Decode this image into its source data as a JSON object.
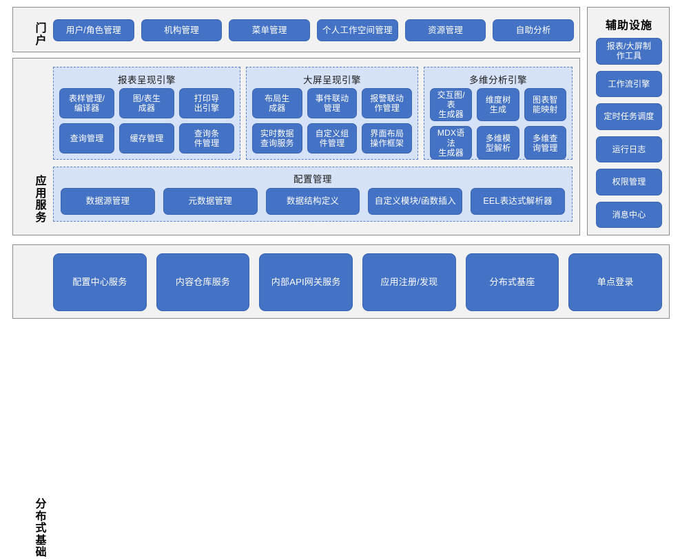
{
  "portal": {
    "label": "门户",
    "items": [
      {
        "label": "用户/角色管理"
      },
      {
        "label": "机构管理"
      },
      {
        "label": "菜单管理"
      },
      {
        "label": "个人工作空间管理"
      },
      {
        "label": "资源管理"
      },
      {
        "label": "自助分析"
      }
    ]
  },
  "aux": {
    "title": "辅助设施",
    "items": [
      {
        "label": "报表/大屏制\n作工具"
      },
      {
        "label": "工作流引擎"
      },
      {
        "label": "定时任务调度"
      },
      {
        "label": "运行日志"
      },
      {
        "label": "权限管理"
      },
      {
        "label": "消息中心"
      }
    ]
  },
  "app": {
    "label": "应用服务",
    "groups": [
      {
        "title": "报表呈现引擎",
        "items": [
          {
            "label": "表样管理/\n编译器"
          },
          {
            "label": "图/表生\n成器"
          },
          {
            "label": "打印导\n出引擎"
          },
          {
            "label": "查询管理"
          },
          {
            "label": "缓存管理"
          },
          {
            "label": "查询条\n件管理"
          }
        ]
      },
      {
        "title": "大屏呈现引擎",
        "items": [
          {
            "label": "布局生\n成器"
          },
          {
            "label": "事件联动\n管理"
          },
          {
            "label": "报警联动\n作管理"
          },
          {
            "label": "实时数据\n查询服务"
          },
          {
            "label": "自定义组\n件管理"
          },
          {
            "label": "界面布局\n操作框架"
          }
        ]
      },
      {
        "title": "多维分析引擎",
        "items": [
          {
            "label": "交互图/表\n生成器"
          },
          {
            "label": "维度树\n生成"
          },
          {
            "label": "图表智\n能映射"
          },
          {
            "label": "MDX语法\n生成器"
          },
          {
            "label": "多维模\n型解析"
          },
          {
            "label": "多维查\n询管理"
          }
        ]
      }
    ],
    "config": {
      "title": "配置管理",
      "items": [
        {
          "label": "数据源管理"
        },
        {
          "label": "元数据管理"
        },
        {
          "label": "数据结构定义"
        },
        {
          "label": "自定义模块/函数插入"
        },
        {
          "label": "EEL表达式解析器"
        }
      ]
    }
  },
  "infra": {
    "label": "分布式基础",
    "items": [
      {
        "label": "配置中心服务"
      },
      {
        "label": "内容仓库服务"
      },
      {
        "label": "内部API网关服务"
      },
      {
        "label": "应用注册/发现"
      },
      {
        "label": "分布式基座"
      },
      {
        "label": "单点登录"
      }
    ]
  },
  "colors": {
    "button_fill": "#4472c4",
    "group_fill": "#d6e2f7",
    "panel_fill": "#f2f2f2",
    "panel_border": "#8c8c8c",
    "group_border": "#5b7fc4"
  }
}
